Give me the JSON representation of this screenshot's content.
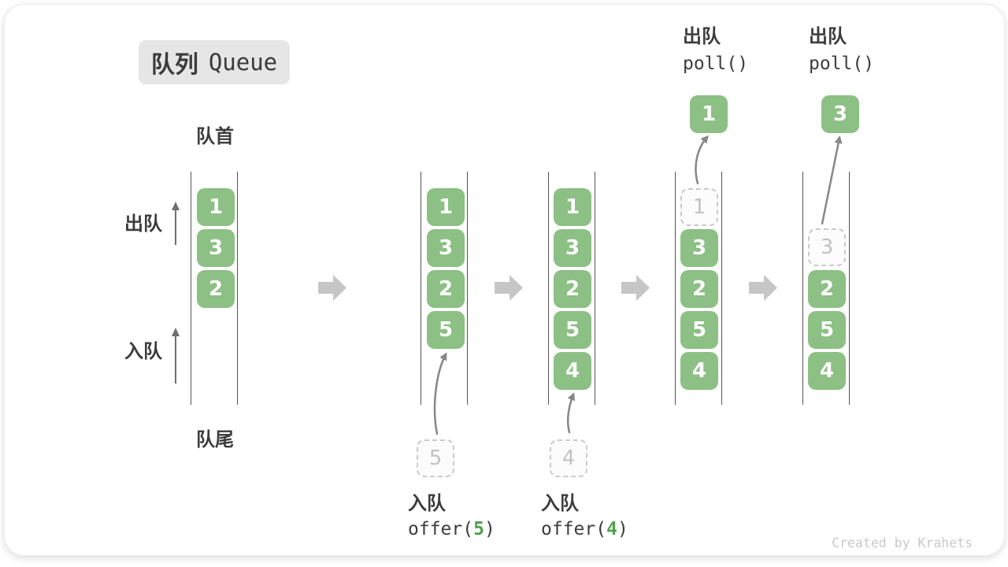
{
  "title": {
    "zh": "队列",
    "en": "Queue"
  },
  "side_labels": {
    "front": "队首",
    "rear": "队尾",
    "dequeue": "出队",
    "enqueue": "入队"
  },
  "colors": {
    "item_green": "#8CC084",
    "code_green": "#50A14F",
    "step_arrow_gray": "#C6C6C6",
    "dashed_gray": "#CBCBCB"
  },
  "states": [
    {
      "items": [
        "1",
        "3",
        "2"
      ]
    },
    {
      "items": [
        "1",
        "3",
        "2",
        "5"
      ],
      "incoming": "5",
      "op": {
        "label": "入队",
        "code_pre": "offer(",
        "code_arg": "5",
        "code_post": ")"
      }
    },
    {
      "items": [
        "1",
        "3",
        "2",
        "5",
        "4"
      ],
      "incoming": "4",
      "op": {
        "label": "入队",
        "code_pre": "offer(",
        "code_arg": "4",
        "code_post": ")"
      }
    },
    {
      "items": [
        "3",
        "2",
        "5",
        "4"
      ],
      "removed": "1",
      "polled": "1",
      "op": {
        "label": "出队",
        "code": "poll()"
      }
    },
    {
      "items": [
        "2",
        "5",
        "4"
      ],
      "removed": "3",
      "polled": "3",
      "op": {
        "label": "出队",
        "code": "poll()"
      }
    }
  ],
  "watermark": "Created by Krahets"
}
